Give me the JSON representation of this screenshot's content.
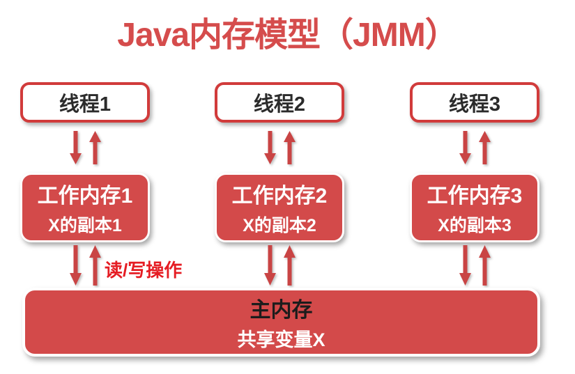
{
  "title": "Java内存模型（JMM）",
  "colors": {
    "box_red": "#d34a4a",
    "border_red": "#d13b3b",
    "arrow_red": "#c94444",
    "title_red": "#d54c4c",
    "label_red": "#e51c23",
    "dark_text": "#2b2b2b"
  },
  "columns": [
    {
      "thread_label": "线程1",
      "work_memory_label": "工作内存1",
      "copy_label": "X的副本1"
    },
    {
      "thread_label": "线程2",
      "work_memory_label": "工作内存2",
      "copy_label": "X的副本2"
    },
    {
      "thread_label": "线程3",
      "work_memory_label": "工作内存3",
      "copy_label": "X的副本3"
    }
  ],
  "rw_label": "读/写操作",
  "main_memory": {
    "label": "主内存",
    "shared_var_label": "共享变量X"
  }
}
